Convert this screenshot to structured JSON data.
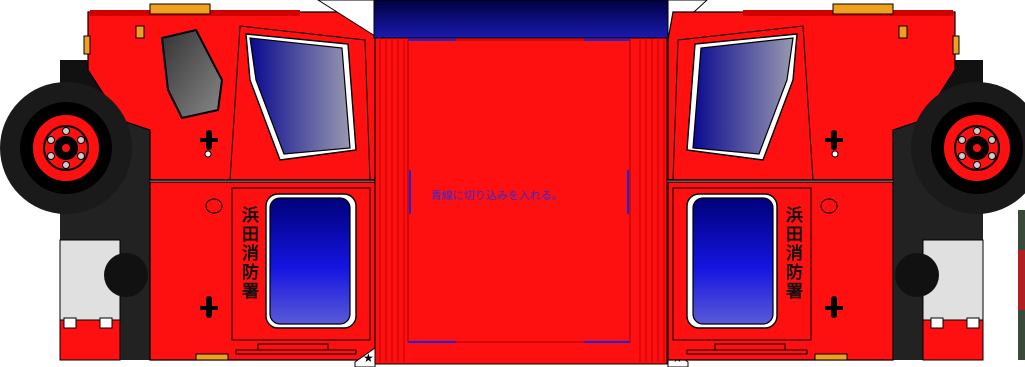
{
  "template": {
    "left_door_text": "浜田消防署",
    "right_door_text": "浜田消防署",
    "instruction_text": "青線に切り込みを入れる。"
  },
  "colors": {
    "body_red": "#ff1010",
    "dark_red": "#c00000",
    "cut_line_blue": "#2222dd",
    "window_blue": "#1a1ae6",
    "tire_black": "#1a1a1a",
    "amber_light": "#f0a020"
  },
  "icons": {
    "fold_marker": "star-icon"
  }
}
